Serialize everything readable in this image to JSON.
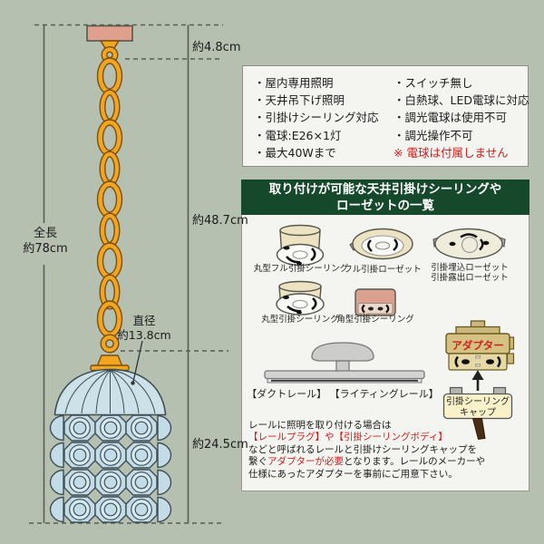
{
  "colors": {
    "background_sage": "#b5c0b0",
    "panel_offwhite": "#f4f4f0",
    "header_green": "#16492b",
    "warning_red": "#cc2020",
    "chain_gold": "#f2a51f",
    "ceiling_rose_salmon": "#dfa08d",
    "shade_blue": "#cde1e9"
  },
  "dimensions": {
    "top_segment": "約4.8cm",
    "chain_segment": "約48.7cm",
    "shade_segment": "約24.5cm",
    "total_label": "全長",
    "total_value": "約78cm",
    "diameter_label": "直径",
    "diameter_value": "約13.8cm"
  },
  "spec_box": {
    "left_items": [
      "・屋内専用照明",
      "・天井吊下げ照明",
      "・引掛けシーリング対応",
      "・電球:E26×1灯",
      "・最大40Wまで"
    ],
    "right_items": [
      "・スイッチ無し",
      "・白熱球、LED電球に対応",
      "・調光電球は使用不可",
      "・調光操作不可"
    ],
    "note": "※ 電球は付属しません"
  },
  "compat_panel": {
    "title_line1": "取り付けが可能な天井引掛けシーリングや",
    "title_line2": "ローゼットの一覧",
    "sockets": {
      "round_full": "丸型フル引掛シーリング",
      "full_rosette": "フル引掛ローゼット",
      "embedded_rosette": "引掛埋込ローゼット",
      "exposed_rosette": "引掛露出ローゼット",
      "round": "丸型引掛シーリング",
      "square": "角型引掛シーリング"
    },
    "rail_label": "【ダクトレール】 【ライティングレール】",
    "adapter_label": "アダプター",
    "cap_label_line1": "引掛シーリング",
    "cap_label_line2": "キャップ",
    "note": {
      "line1": "レールに照明を取り付ける場合は",
      "line2": "【レールプラグ】や【引掛シーリングボディ】",
      "line3": "などと呼ばれるレールと引掛けシーリングキャップを",
      "line4_a": "繋ぐ",
      "line4_b": "アダプターが必要",
      "line4_c": "となります。レールのメーカーや",
      "line5": "仕様にあったアダプターを事前にご用意下さい。"
    }
  }
}
